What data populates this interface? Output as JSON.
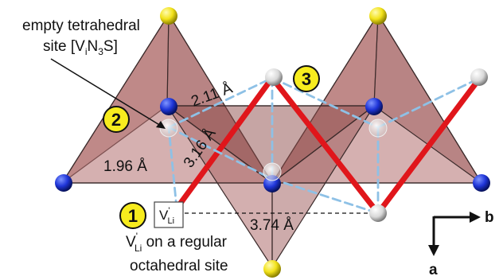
{
  "labels": {
    "empty_site_line1": "empty tetrahedral",
    "empty_site_line2_prefix": "site [V",
    "empty_site_line2_sub_i": "i",
    "empty_site_line2_mid": "N",
    "empty_site_line2_sub_3": "3",
    "empty_site_line2_suffix": "S]",
    "vli_box_main": "V",
    "vli_box_sup": "'",
    "vli_box_sub": "Li",
    "caption_line1_main": "V",
    "caption_line1_sup": "'",
    "caption_line1_sub": "Li",
    "caption_line1_rest": " on a regular",
    "caption_line2": "octahedral site"
  },
  "distances": {
    "d1": "2.11 Å",
    "d2": "3.16 Å",
    "d3": "1.96 Å",
    "d4": "3.74 Å"
  },
  "badges": {
    "one": "1",
    "two": "2",
    "three": "3"
  },
  "axes": {
    "horizontal": "b",
    "vertical": "a"
  },
  "colors": {
    "polyhedron_fill": "#a8605f",
    "polyhedron_edge": "#3a2a2a",
    "sulfur": "#f2e21a",
    "nitrogen": "#1f35d8",
    "vacancy": "#d8d8d8",
    "path_red": "#e0161b",
    "path_dashed": "#8ec1e6",
    "badge_fill": "#f7ec1e"
  }
}
